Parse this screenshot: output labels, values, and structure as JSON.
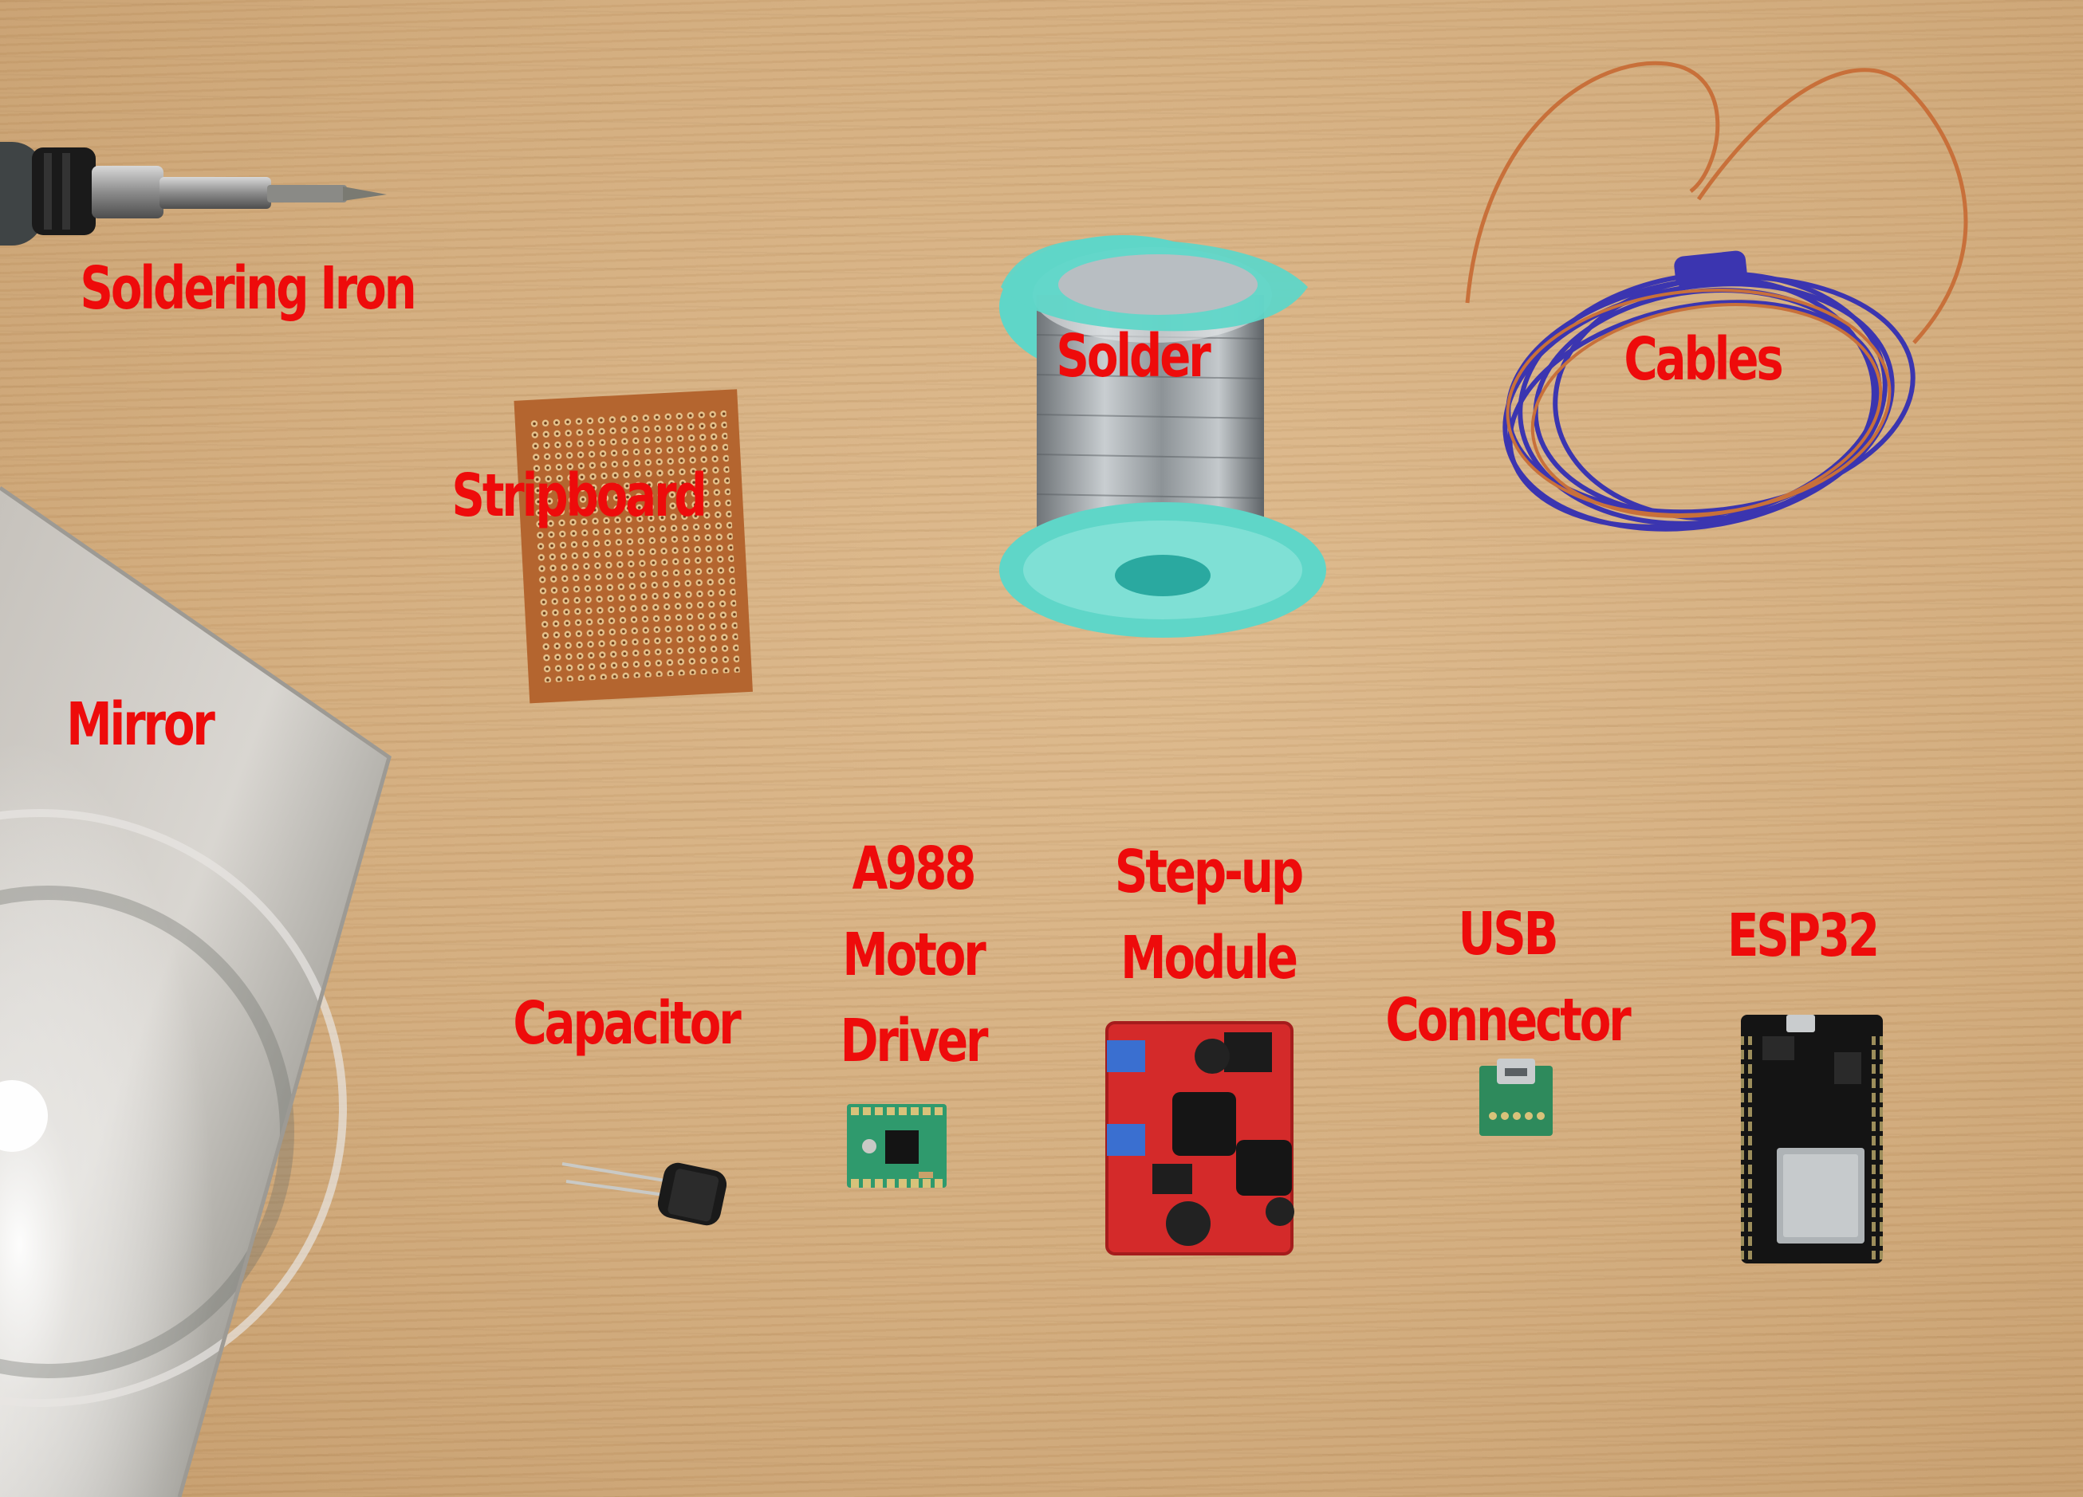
{
  "labels": {
    "soldering_iron": "Soldering Iron",
    "stripboard": "Stripboard",
    "solder": "Solder",
    "cables": "Cables",
    "mirror": "Mirror",
    "capacitor": "Capacitor",
    "motor_driver": [
      "A988",
      "Motor",
      "Driver"
    ],
    "step_up": [
      "Step-up",
      "Module"
    ],
    "usb_connector": [
      "USB",
      "Connector"
    ],
    "esp32": "ESP32"
  },
  "colors": {
    "label": "#ee0b0b",
    "table": "#d6b083",
    "spool": "#5fd6c8",
    "stripboard": "#b4652f",
    "cable_blue": "#3b35b0",
    "cable_copper": "#c8703a"
  }
}
